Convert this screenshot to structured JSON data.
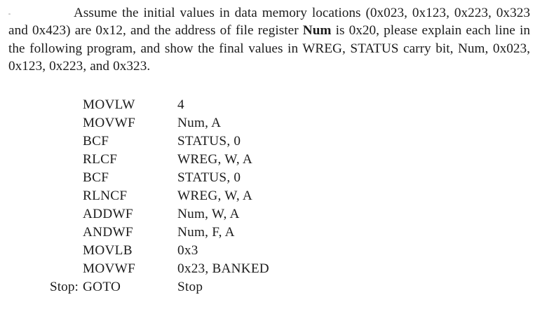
{
  "document": {
    "background_color": "#ffffff",
    "text_color": "#1c1c1c",
    "question": {
      "part1": "Assume the initial values in data memory locations (0x023, 0x123, 0x223, 0x323 and 0x423) are 0x12, and the address of file register ",
      "bold_term": "Num",
      "part2": " is 0x20, please explain each line in the following program, and show the final values in WREG, STATUS carry bit, Num, 0x023, 0x123, 0x223, and 0x323."
    },
    "program": {
      "lines": [
        {
          "label": "",
          "mnemonic": "MOVLW",
          "operand": "4"
        },
        {
          "label": "",
          "mnemonic": "MOVWF",
          "operand": "Num, A"
        },
        {
          "label": "",
          "mnemonic": "BCF",
          "operand": "STATUS, 0"
        },
        {
          "label": "",
          "mnemonic": "RLCF",
          "operand": "WREG, W, A"
        },
        {
          "label": "",
          "mnemonic": "BCF",
          "operand": "STATUS, 0"
        },
        {
          "label": "",
          "mnemonic": "RLNCF",
          "operand": "WREG, W, A"
        },
        {
          "label": "",
          "mnemonic": "ADDWF",
          "operand": "Num, W, A"
        },
        {
          "label": "",
          "mnemonic": "ANDWF",
          "operand": "Num, F, A"
        },
        {
          "label": "",
          "mnemonic": "MOVLB",
          "operand": "0x3"
        },
        {
          "label": "",
          "mnemonic": "MOVWF",
          "operand": "0x23, BANKED"
        },
        {
          "label": "Stop:",
          "mnemonic": "GOTO",
          "operand": "Stop"
        }
      ]
    }
  }
}
